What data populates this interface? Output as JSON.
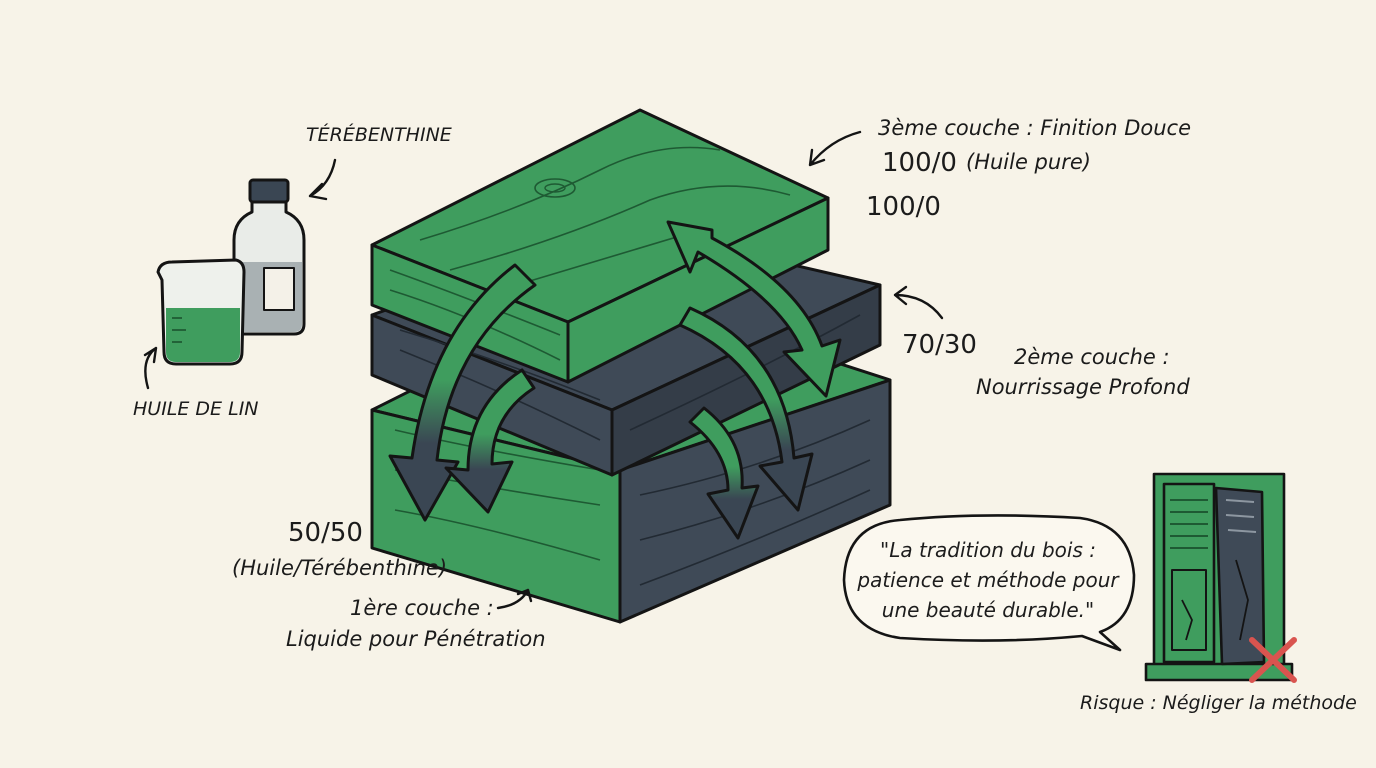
{
  "ingredients": {
    "turpentine_label": "TÉRÉBENTHINE",
    "linseed_label": "HUILE DE LIN"
  },
  "layers": {
    "top": {
      "title": "3ème couche : Finition Douce",
      "ratio": "100/0",
      "ratio_note": "(Huile pure)",
      "ratio_repeat": "100/0"
    },
    "middle": {
      "ratio": "70/30",
      "title_line1": "2ème couche :",
      "title_line2": "Nourrissage Profond"
    },
    "bottom": {
      "ratio": "50/50",
      "ratio_note": "(Huile/Térébenthine)",
      "title_line1": "1ère couche :",
      "title_line2": "Liquide pour Pénétration"
    }
  },
  "quote": {
    "lines": [
      "\"La tradition du bois :",
      "patience et méthode pour",
      "une beauté durable.\""
    ]
  },
  "risk": {
    "label": "Risque : Négliger la méthode"
  },
  "colors": {
    "wood_green": "#3f9d5e",
    "wood_green_dark": "#2c7a45",
    "wood_slate": "#3f4a57",
    "arrow_green": "#3f9d5e",
    "arrow_dark": "#3a4653",
    "risk_red": "#d9544f",
    "paper": "#f7f3e8"
  }
}
